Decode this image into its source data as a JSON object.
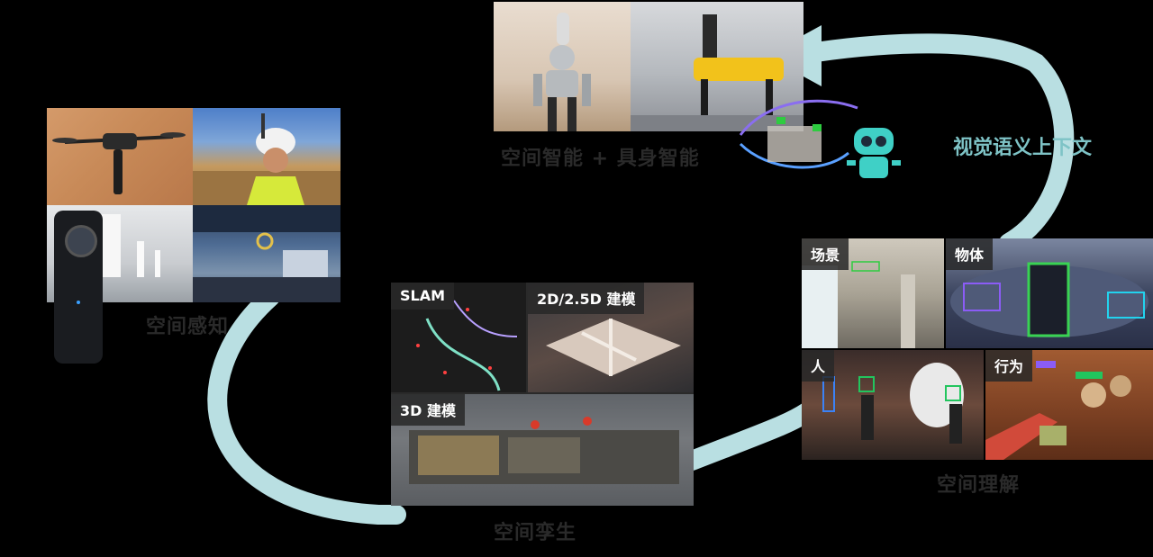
{
  "stages": {
    "perception": {
      "caption": "空间感知"
    },
    "digital_twin": {
      "caption": "空间孪生",
      "tiles": {
        "slam": "SLAM",
        "model_25d": "2D/2.5D 建模",
        "model_3d": "3D 建模"
      }
    },
    "understanding": {
      "caption": "空间理解",
      "tiles": {
        "scene": "场景",
        "object": "物体",
        "human": "人",
        "action": "行为"
      }
    },
    "intelligence": {
      "caption": "空间智能 + 具身智能"
    }
  },
  "arrow_label": "视觉语义上下文",
  "colors": {
    "arrow": "#b9dfe2",
    "arrow_label": "#7ec3c6",
    "caption": "#2a2a2a",
    "background": "#000000"
  },
  "icons": [
    "drone-icon",
    "helmet-camera-icon",
    "panoramic-camera-icon",
    "humanoid-robot-icon",
    "robot-dog-icon",
    "robot-mascot-icon"
  ]
}
